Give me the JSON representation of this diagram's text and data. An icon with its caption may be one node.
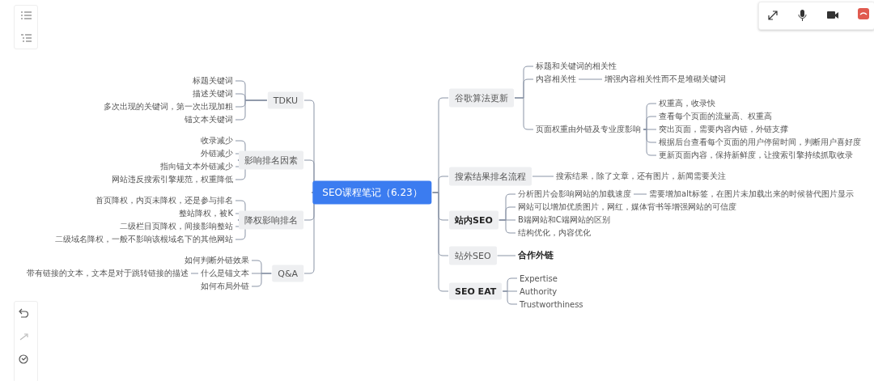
{
  "diagram": {
    "nodes": [
      {
        "text": [
          "SEO课程笔记（6.23）"
        ]
      },
      {
        "text": [
          "TDKU"
        ]
      },
      {
        "text": [
          "标题关键词"
        ]
      },
      {
        "text": [
          "描述关键词"
        ]
      },
      {
        "text": [
          "多次出现的关键词，第一次出现加粗"
        ]
      },
      {
        "text": [
          "锚文本关键词"
        ]
      },
      {
        "text": [
          "影响排名因素"
        ]
      },
      {
        "text": [
          "收录减少"
        ]
      },
      {
        "text": [
          "外链减少"
        ]
      },
      {
        "text": [
          "指向锚文本外链减少"
        ]
      },
      {
        "text": [
          "网站违反搜索引擎规范，权重降低"
        ]
      },
      {
        "text": [
          "降权影响排名"
        ]
      },
      {
        "text": [
          "首页降权，内页未降权，还是参与排名"
        ]
      },
      {
        "text": [
          "整站降权，被K"
        ]
      },
      {
        "text": [
          "二级栏目页降权，间接影响整站"
        ]
      },
      {
        "text": [
          "二级域名降权，一般不影响该根域名下的其他网站"
        ]
      },
      {
        "text": [
          "Q&A"
        ]
      },
      {
        "text": [
          "如何判断外链效果"
        ]
      },
      {
        "text": [
          "什么是锚文本"
        ]
      },
      {
        "text": [
          "带有链接的文本，文本是对于跳转链接的描述"
        ]
      },
      {
        "text": [
          "如何布局外链"
        ]
      },
      {
        "text": [
          "谷歌算法更新"
        ]
      },
      {
        "text": [
          "标题和关键词的相关性"
        ]
      },
      {
        "text": [
          "内容相关性"
        ]
      },
      {
        "text": [
          "增强内容相关性而不是堆砌关键词"
        ]
      },
      {
        "text": [
          "页面权重由外链及专业度影响"
        ]
      },
      {
        "text": [
          "权重高，收录快"
        ]
      },
      {
        "text": [
          "查看每个页面的流量高、权重高"
        ]
      },
      {
        "text": [
          "突出页面，需要内容内链，外链支撑"
        ]
      },
      {
        "text": [
          "根据后台查看每个页面的用户停留时间，判断用户喜好度"
        ]
      },
      {
        "text": [
          "更新页面内容，保持新鲜度，让搜索引擎持续抓取收录"
        ]
      },
      {
        "text": [
          "搜索结果排名流程"
        ]
      },
      {
        "text": [
          "搜索结果，除了文章，还有图片，新闻需要关注"
        ]
      },
      {
        "text": [
          "站内SEO"
        ]
      },
      {
        "text": [
          "分析图片会影响网站的加载速度"
        ]
      },
      {
        "text": [
          "需要增加alt标签，在图片未加载出来的时候替代图片显示"
        ]
      },
      {
        "text": [
          "网站可以增加优质图片，网红，媒体背书等增强网站的可信度"
        ]
      },
      {
        "text": [
          "B端网站和C端网站的区别"
        ]
      },
      {
        "text": [
          "结构优化，内容优化"
        ]
      },
      {
        "text": [
          "站外SEO"
        ]
      },
      {
        "text": [
          "合作外链"
        ]
      },
      {
        "text": [
          "SEO EAT"
        ]
      },
      {
        "text": [
          "Expertise"
        ]
      },
      {
        "text": [
          "Authority"
        ]
      },
      {
        "text": [
          "Trustworthiness"
        ]
      }
    ],
    "edges": [
      {
        "from": 0,
        "to": 1,
        "arrow": "none"
      },
      {
        "from": 1,
        "to": 2,
        "arrow": "none"
      },
      {
        "from": 1,
        "to": 3,
        "arrow": "none"
      },
      {
        "from": 1,
        "to": 4,
        "arrow": "none"
      },
      {
        "from": 1,
        "to": 5,
        "arrow": "none"
      },
      {
        "from": 0,
        "to": 6,
        "arrow": "none"
      },
      {
        "from": 6,
        "to": 7,
        "arrow": "none"
      },
      {
        "from": 6,
        "to": 8,
        "arrow": "none"
      },
      {
        "from": 6,
        "to": 9,
        "arrow": "none"
      },
      {
        "from": 6,
        "to": 10,
        "arrow": "none"
      },
      {
        "from": 0,
        "to": 11,
        "arrow": "none"
      },
      {
        "from": 11,
        "to": 12,
        "arrow": "none"
      },
      {
        "from": 11,
        "to": 13,
        "arrow": "none"
      },
      {
        "from": 11,
        "to": 14,
        "arrow": "none"
      },
      {
        "from": 11,
        "to": 15,
        "arrow": "none"
      },
      {
        "from": 0,
        "to": 16,
        "arrow": "none"
      },
      {
        "from": 16,
        "to": 17,
        "arrow": "none"
      },
      {
        "from": 16,
        "to": 18,
        "arrow": "none"
      },
      {
        "from": 18,
        "to": 19,
        "arrow": "none"
      },
      {
        "from": 16,
        "to": 20,
        "arrow": "none"
      },
      {
        "from": 0,
        "to": 21,
        "arrow": "none"
      },
      {
        "from": 21,
        "to": 22,
        "arrow": "none"
      },
      {
        "from": 21,
        "to": 23,
        "arrow": "none"
      },
      {
        "from": 23,
        "to": 24,
        "arrow": "none"
      },
      {
        "from": 21,
        "to": 25,
        "arrow": "none"
      },
      {
        "from": 25,
        "to": 26,
        "arrow": "none"
      },
      {
        "from": 25,
        "to": 27,
        "arrow": "none"
      },
      {
        "from": 25,
        "to": 28,
        "arrow": "none"
      },
      {
        "from": 25,
        "to": 29,
        "arrow": "none"
      },
      {
        "from": 25,
        "to": 30,
        "arrow": "none"
      },
      {
        "from": 0,
        "to": 31,
        "arrow": "none"
      },
      {
        "from": 31,
        "to": 32,
        "arrow": "none"
      },
      {
        "from": 0,
        "to": 33,
        "arrow": "none"
      },
      {
        "from": 33,
        "to": 34,
        "arrow": "none"
      },
      {
        "from": 34,
        "to": 35,
        "arrow": "none"
      },
      {
        "from": 33,
        "to": 36,
        "arrow": "none"
      },
      {
        "from": 33,
        "to": 37,
        "arrow": "none"
      },
      {
        "from": 33,
        "to": 38,
        "arrow": "none"
      },
      {
        "from": 0,
        "to": 39,
        "arrow": "none"
      },
      {
        "from": 39,
        "to": 40,
        "arrow": "none"
      },
      {
        "from": 0,
        "to": 41,
        "arrow": "none"
      },
      {
        "from": 41,
        "to": 42,
        "arrow": "none"
      },
      {
        "from": 41,
        "to": 43,
        "arrow": "none"
      },
      {
        "from": 41,
        "to": 44,
        "arrow": "none"
      }
    ]
  }
}
